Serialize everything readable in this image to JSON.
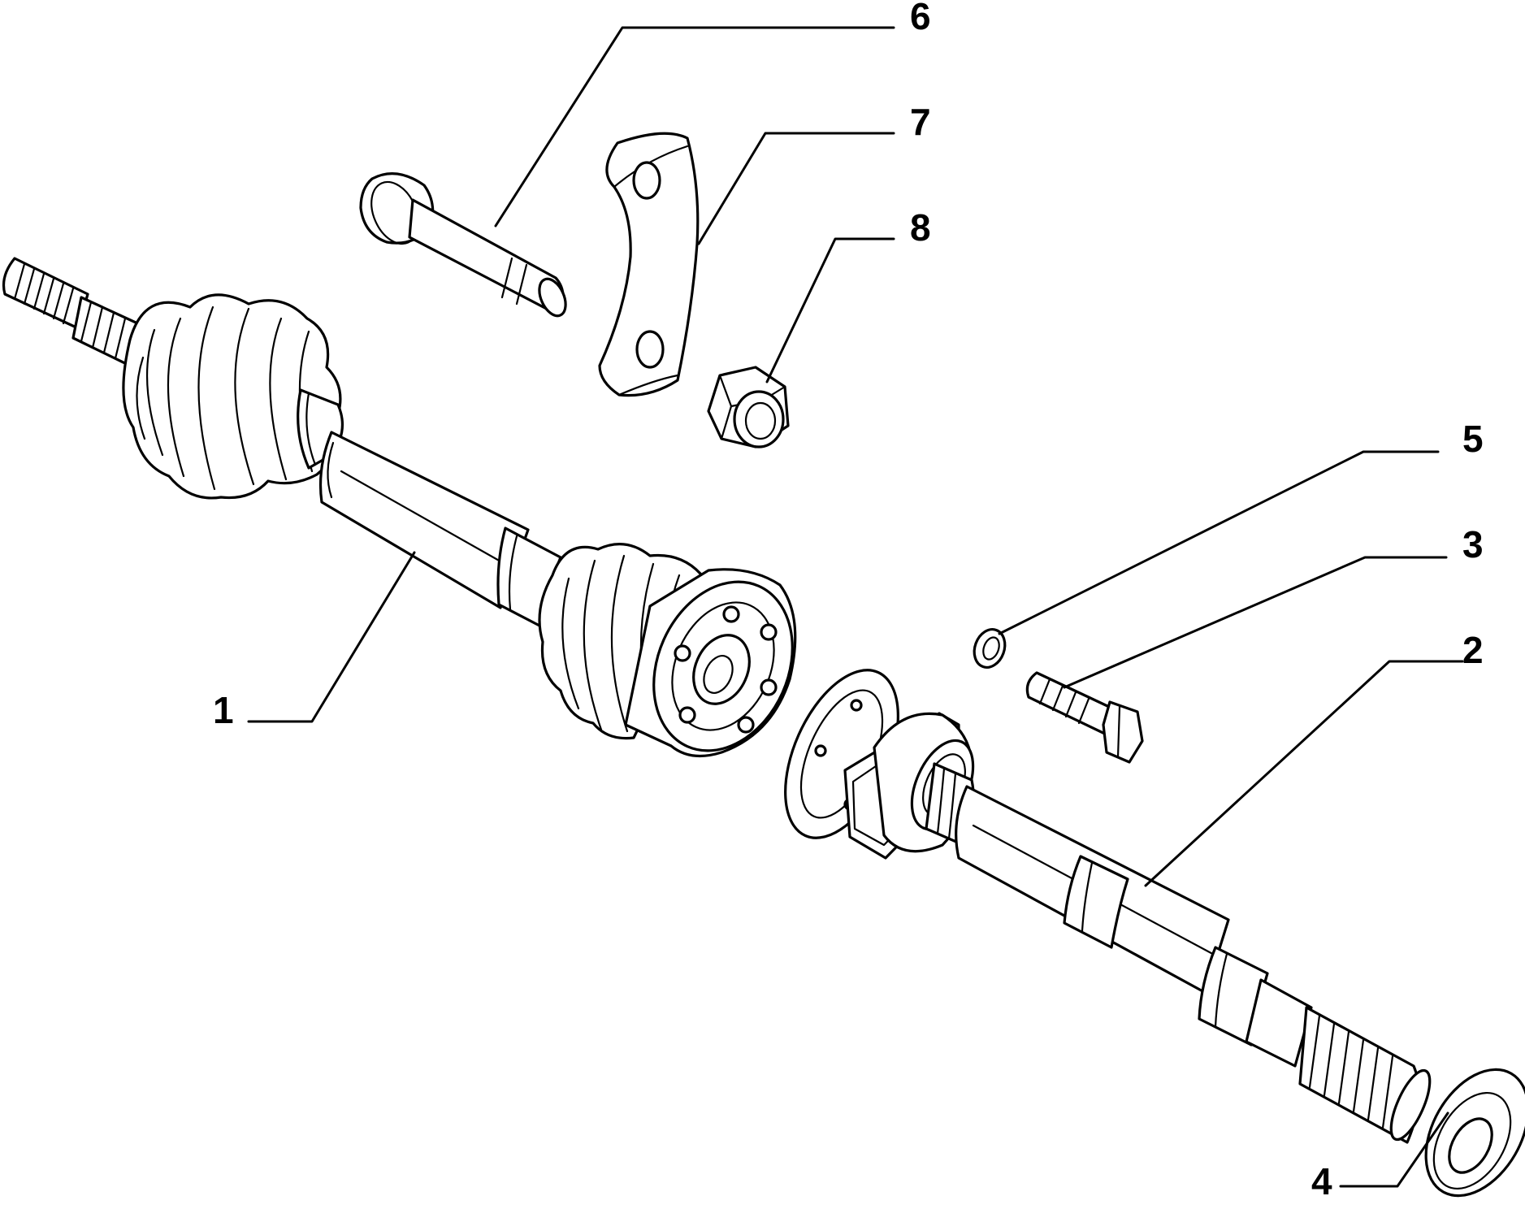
{
  "diagram": {
    "callouts": [
      {
        "id": "1",
        "label": "1"
      },
      {
        "id": "2",
        "label": "2"
      },
      {
        "id": "3",
        "label": "3"
      },
      {
        "id": "4",
        "label": "4"
      },
      {
        "id": "5",
        "label": "5"
      },
      {
        "id": "6",
        "label": "6"
      },
      {
        "id": "7",
        "label": "7"
      },
      {
        "id": "8",
        "label": "8"
      }
    ],
    "colors": {
      "line": "#000000",
      "background": "#ffffff"
    }
  }
}
